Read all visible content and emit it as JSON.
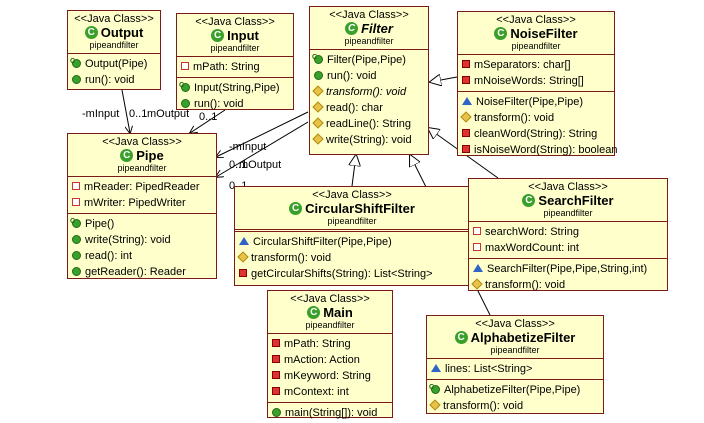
{
  "colors": {
    "box_fill": "#ffffcc",
    "box_border": "#7a1a1a",
    "class_icon": "#3aa02b"
  },
  "classes": {
    "output": {
      "stereotype": "<<Java Class>>",
      "name": "Output",
      "package": "pipeandfilter",
      "methods": [
        "Output(Pipe)",
        "run(): void"
      ]
    },
    "input": {
      "stereotype": "<<Java Class>>",
      "name": "Input",
      "package": "pipeandfilter",
      "fields": [
        "mPath: String"
      ],
      "methods": [
        "Input(String,Pipe)",
        "run(): void"
      ]
    },
    "filter": {
      "stereotype": "<<Java Class>>",
      "name": "Filter",
      "package": "pipeandfilter",
      "methods": [
        "Filter(Pipe,Pipe)",
        "run(): void",
        "transform(): void",
        "read(): char",
        "readLine(): String",
        "write(String): void"
      ]
    },
    "noisefilter": {
      "stereotype": "<<Java Class>>",
      "name": "NoiseFilter",
      "package": "pipeandfilter",
      "fields": [
        "mSeparators: char[]",
        "mNoiseWords: String[]"
      ],
      "methods": [
        "NoiseFilter(Pipe,Pipe)",
        "transform(): void",
        "cleanWord(String): String",
        "isNoiseWord(String): boolean"
      ]
    },
    "pipe": {
      "stereotype": "<<Java Class>>",
      "name": "Pipe",
      "package": "pipeandfilter",
      "fields": [
        "mReader: PipedReader",
        "mWriter: PipedWriter"
      ],
      "methods": [
        "Pipe()",
        "write(String): void",
        "read(): int",
        "getReader(): Reader"
      ]
    },
    "circular": {
      "stereotype": "<<Java Class>>",
      "name": "CircularShiftFilter",
      "package": "pipeandfilter",
      "methods": [
        "CircularShiftFilter(Pipe,Pipe)",
        "transform(): void",
        "getCircularShifts(String): List<String>"
      ]
    },
    "search": {
      "stereotype": "<<Java Class>>",
      "name": "SearchFilter",
      "package": "pipeandfilter",
      "fields": [
        "searchWord: String",
        "maxWordCount: int"
      ],
      "methods": [
        "SearchFilter(Pipe,Pipe,String,int)",
        "transform(): void"
      ]
    },
    "main": {
      "stereotype": "<<Java Class>>",
      "name": "Main",
      "package": "pipeandfilter",
      "fields": [
        "mPath: String",
        "mAction: Action",
        "mKeyword: String",
        "mContext: int"
      ],
      "methods": [
        "main(String[]): void"
      ]
    },
    "alpha": {
      "stereotype": "<<Java Class>>",
      "name": "AlphabetizeFilter",
      "package": "pipeandfilter",
      "fields": [
        "lines: List<String>"
      ],
      "methods": [
        "AlphabetizeFilter(Pipe,Pipe)",
        "transform(): void"
      ]
    }
  },
  "associations": {
    "a1": "-mInput",
    "m1": "0..1",
    "a2": "mOutput",
    "m2": "0..1",
    "a3": "-mInput",
    "a4": "0..1",
    "a5": "mOutput",
    "m5": "0..1"
  }
}
